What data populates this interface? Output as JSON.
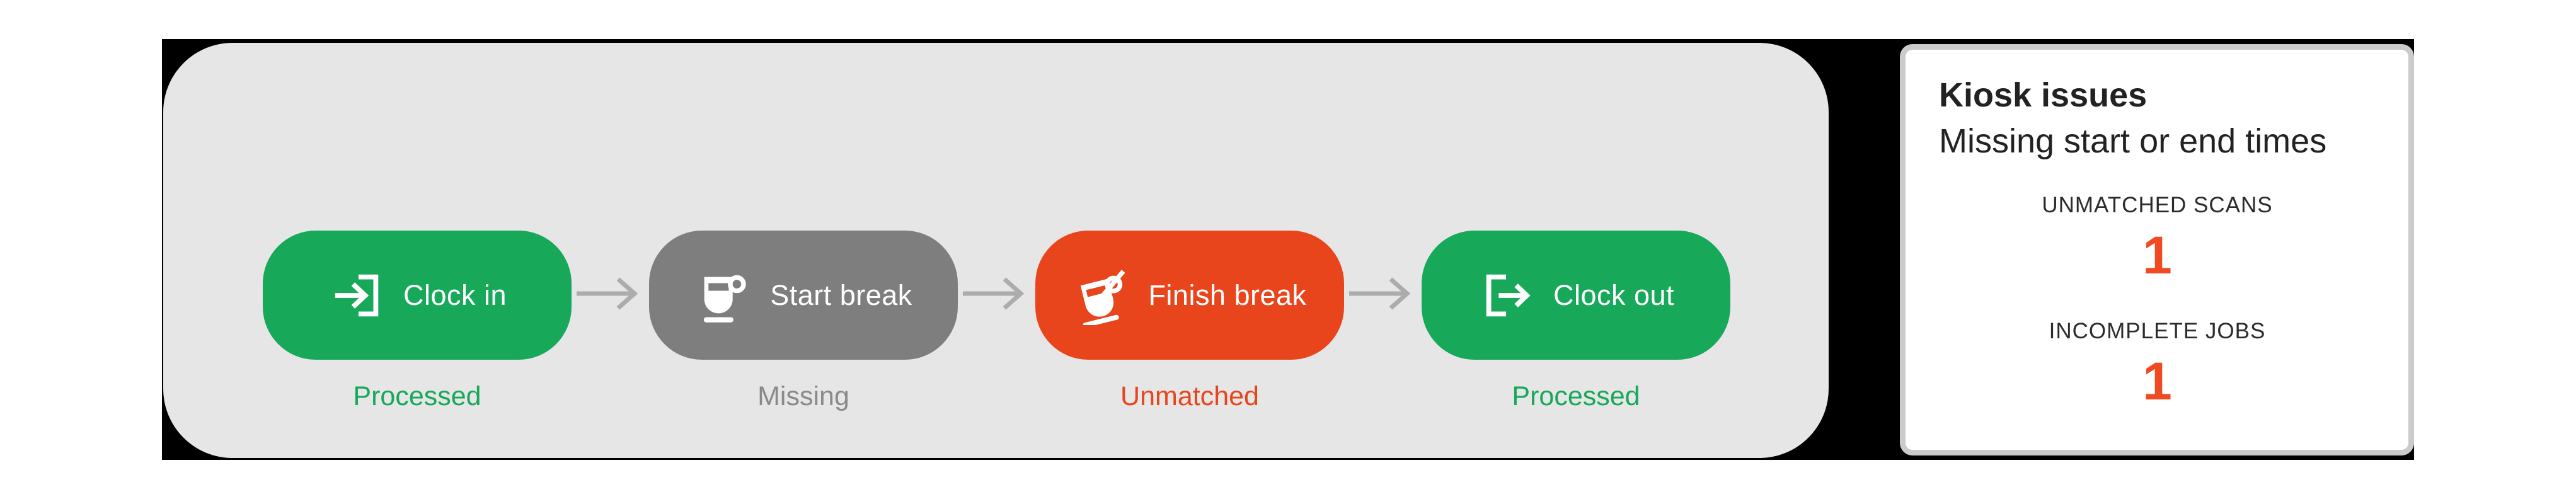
{
  "workflow": {
    "steps": [
      {
        "label": "Clock in",
        "status": "Processed",
        "icon": "clock-in-icon",
        "color": "#17A85A",
        "status_color": "#17A85A"
      },
      {
        "label": "Start break",
        "status": "Missing",
        "icon": "start-break-icon",
        "color": "#7E7E7E",
        "status_color": "#8A8A8A"
      },
      {
        "label": "Finish break",
        "status": "Unmatched",
        "icon": "finish-break-icon",
        "color": "#E8451C",
        "status_color": "#E8451C"
      },
      {
        "label": "Clock out",
        "status": "Processed",
        "icon": "clock-out-icon",
        "color": "#17A85A",
        "status_color": "#17A85A"
      }
    ]
  },
  "kiosk_panel": {
    "title": "Kiosk issues",
    "subtitle": "Missing start or end times",
    "stats": [
      {
        "label": "UNMATCHED SCANS",
        "value": "1"
      },
      {
        "label": "INCOMPLETE JOBS",
        "value": "1"
      }
    ]
  },
  "colors": {
    "page_bg": "#FFFFFF",
    "backdrop": "#000000",
    "flow_bg": "#E6E6E6",
    "arrow": "#ACACAC",
    "card_bg": "#FFFFFF",
    "card_border": "#CBCBCB",
    "title_text": "#222222",
    "stat_label_text": "#2B2B2B",
    "stat_value": "#F04A23"
  }
}
